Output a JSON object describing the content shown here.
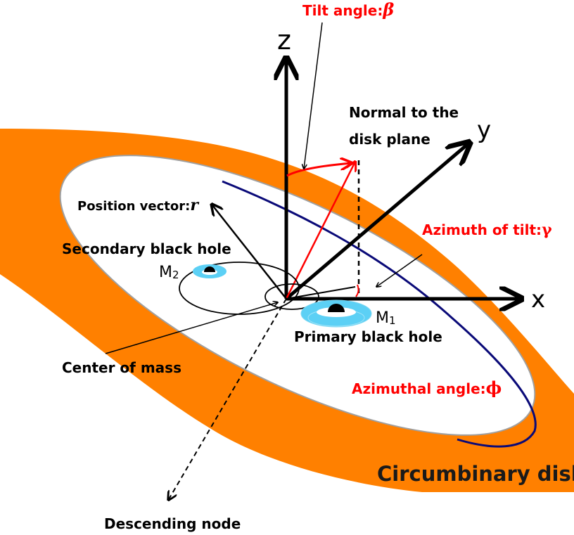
{
  "labels": {
    "tilt_angle": "Tilt angle:",
    "tilt_symbol": "β",
    "z_axis": "z",
    "y_axis": "y",
    "x_axis": "x",
    "normal_line1": "Normal to the",
    "normal_line2": "disk plane",
    "position_vector": "Position vector:",
    "position_symbol": "r",
    "azimuth_tilt": "Azimuth of tilt:",
    "azimuth_tilt_symbol": "γ",
    "secondary_bh": "Secondary black hole",
    "m2": "M",
    "m2_sub": "2",
    "m1": "M",
    "m1_sub": "1",
    "primary_bh": "Primary black hole",
    "center_of_mass": "Center of mass",
    "azimuthal_angle": "Azimuthal angle:",
    "azimuthal_symbol": "ϕ",
    "circumbinary_disk": "Circumbinary disk",
    "descending_node": "Descending node"
  },
  "colors": {
    "disk_orange": "#ff8000",
    "disk_edge_navy": "#0a0a78",
    "black_hole_cyan": "#5cd0f5",
    "annotation_red": "#ff0000"
  }
}
